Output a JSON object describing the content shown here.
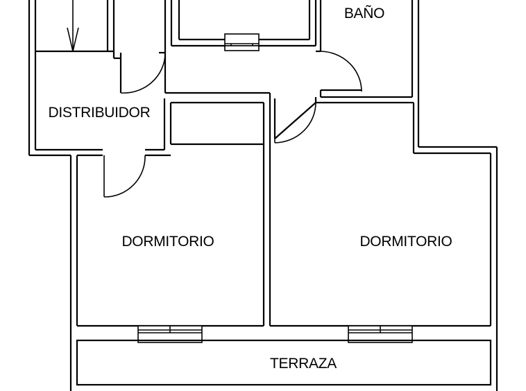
{
  "rooms": {
    "bano": "BAÑO",
    "distribuidor": "DISTRIBUIDOR",
    "dormitorio_left": "DORMITORIO",
    "dormitorio_right": "DORMITORIO",
    "terraza": "TERRAZA"
  }
}
